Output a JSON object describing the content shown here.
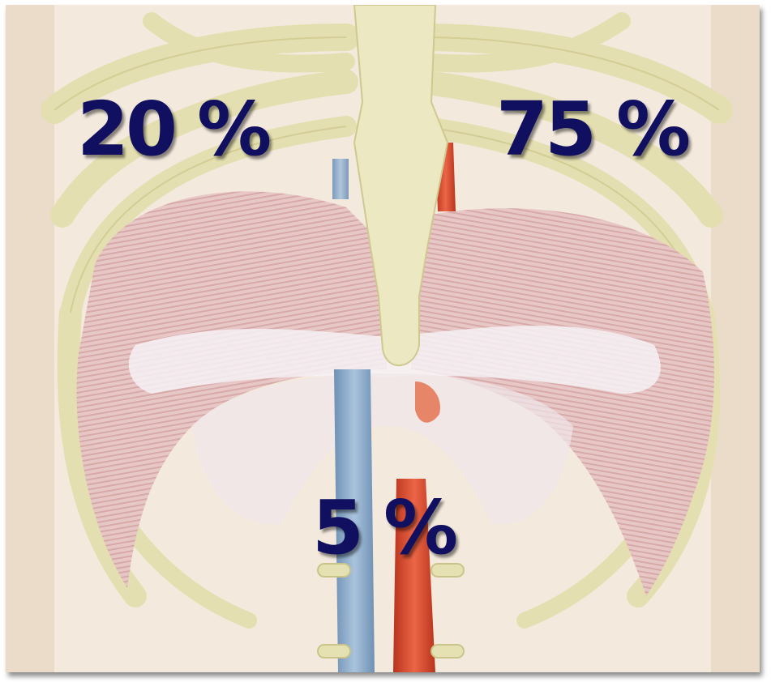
{
  "labels": {
    "left_lung_share": "20 %",
    "right_lung_share": "75 %",
    "bottom_share": "5 %"
  },
  "colors": {
    "label_text": "#111060",
    "background_skin": "#f3e9dc",
    "bone": "#e9e4b8",
    "vein": "#8fb0cf",
    "artery": "#d9482e",
    "muscle": "#d9a3a3"
  },
  "illustration": {
    "subject": "diaphragm-and-ribcage-anatomy"
  }
}
